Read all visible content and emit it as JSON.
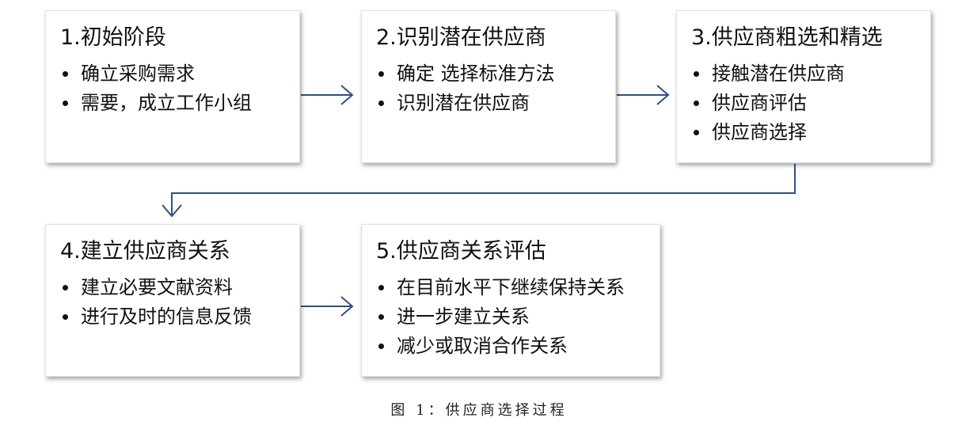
{
  "diagram": {
    "boxes": [
      {
        "title": "1.初始阶段",
        "items": [
          "确立采购需求",
          "需要，成立工作小组"
        ]
      },
      {
        "title": "2.识别潜在供应商",
        "items": [
          "确定 选择标准方法",
          "识别潜在供应商"
        ]
      },
      {
        "title": "3.供应商粗选和精选",
        "items": [
          "接触潜在供应商",
          "供应商评估",
          "供应商选择"
        ]
      },
      {
        "title": "4.建立供应商关系",
        "items": [
          "建立必要文献资料",
          "进行及时的信息反馈"
        ]
      },
      {
        "title": "5.供应商关系评估",
        "items": [
          "在目前水平下继续保持关系",
          "进一步建立关系",
          "减少或取消合作关系"
        ]
      }
    ],
    "caption": "图 1：供应商选择过程"
  },
  "colors": {
    "arrow": "#2e4f86",
    "box_border": "#e2e2e2",
    "text": "#111111"
  }
}
